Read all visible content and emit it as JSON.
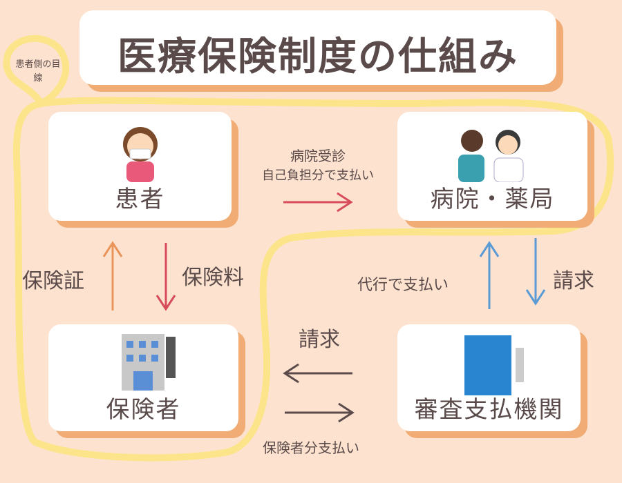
{
  "title": "医療保険制度の仕組み",
  "annotation": "患者側の目線",
  "nodes": {
    "patient": "患者",
    "hospital": "病院・薬局",
    "insurer": "保険者",
    "review": "審査支払機関"
  },
  "edges": {
    "patient_to_hospital": {
      "line1": "病院受診",
      "line2": "自己負担分で支払い"
    },
    "insurer_to_patient": "保険証",
    "patient_to_insurer": "保険料",
    "review_to_hospital": "代行で支払い",
    "hospital_to_review": "請求",
    "review_to_insurer": "請求",
    "insurer_to_review": "保険者分支払い"
  },
  "colors": {
    "background": "#fde3cf",
    "shadow": "#f0ac74",
    "highlight": "#fbe48a",
    "red": "#d64a5a",
    "orange": "#e8945a",
    "blue": "#5b9bd5",
    "brown": "#5a4a4a"
  }
}
